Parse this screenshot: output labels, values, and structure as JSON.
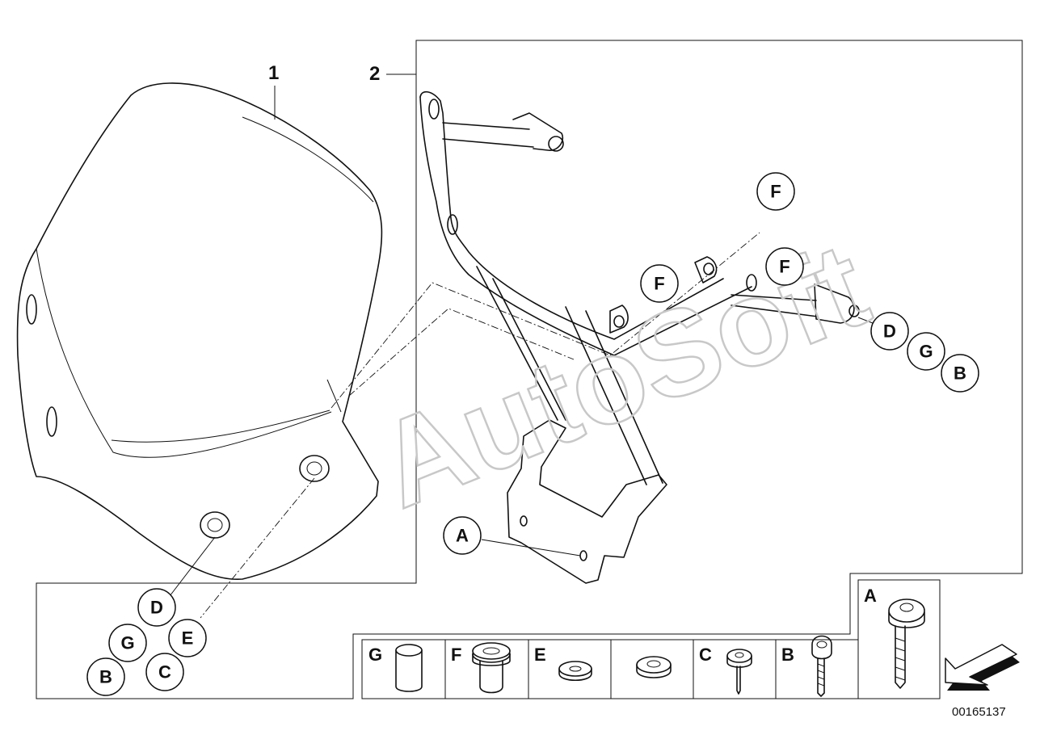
{
  "parts": {
    "windshield_number": "1",
    "bracket_number": "2"
  },
  "watermark": "AutoSoft",
  "callouts": {
    "a": "A",
    "b": "B",
    "c": "C",
    "d": "D",
    "e": "E",
    "f": "F",
    "g": "G"
  },
  "hardware_table": {
    "cells": [
      {
        "key": "g",
        "letter": "G"
      },
      {
        "key": "f",
        "letter": "F"
      },
      {
        "key": "e",
        "letter": "E"
      },
      {
        "key": "d",
        "letter": ""
      },
      {
        "key": "c",
        "letter": "C"
      },
      {
        "key": "b",
        "letter": "B"
      },
      {
        "key": "a",
        "letter": "A"
      }
    ]
  },
  "document_number": "00165137",
  "colors": {
    "line": "#111111",
    "watermark": "#c8c8c8",
    "background": "#ffffff"
  }
}
